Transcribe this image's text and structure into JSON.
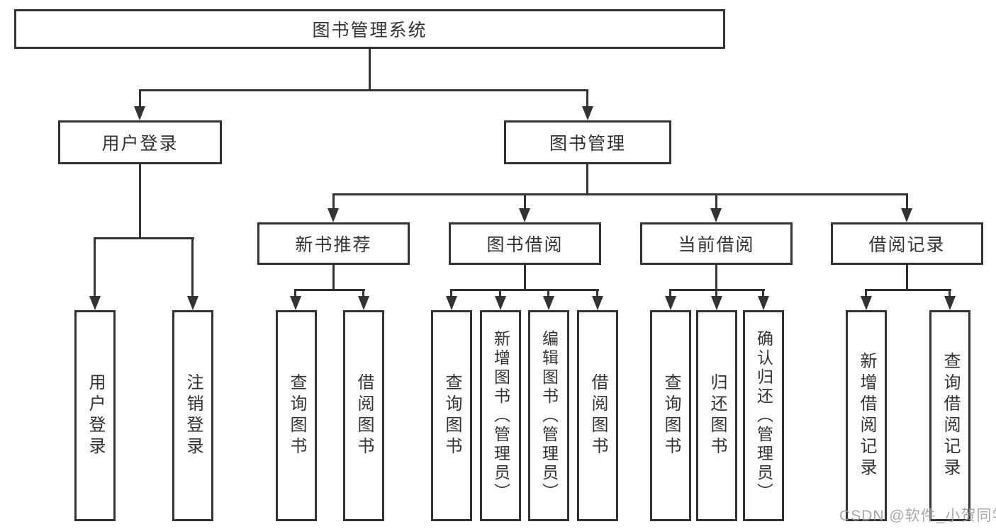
{
  "diagram": {
    "root": {
      "label": "图书管理系统"
    },
    "level2": [
      {
        "label": "用户登录",
        "children": [
          "用户登录",
          "注销登录"
        ]
      },
      {
        "label": "图书管理",
        "modules": [
          {
            "label": "新书推荐",
            "children": [
              "查询图书",
              "借阅图书"
            ]
          },
          {
            "label": "图书借阅",
            "children": [
              "查询图书",
              "新增图书（管理员）",
              "编辑图书（管理员）",
              "借阅图书"
            ]
          },
          {
            "label": "当前借阅",
            "children": [
              "查询图书",
              "归还图书",
              "确认归还（管理员）"
            ]
          },
          {
            "label": "借阅记录",
            "children": [
              "新增借阅记录",
              "查询借阅记录"
            ]
          }
        ]
      }
    ]
  },
  "watermark": "CSDN @软件_小贺同学",
  "colors": {
    "line": "#333333",
    "text": "#333333",
    "watermark": "#9e9e9e",
    "background": "#ffffff"
  }
}
